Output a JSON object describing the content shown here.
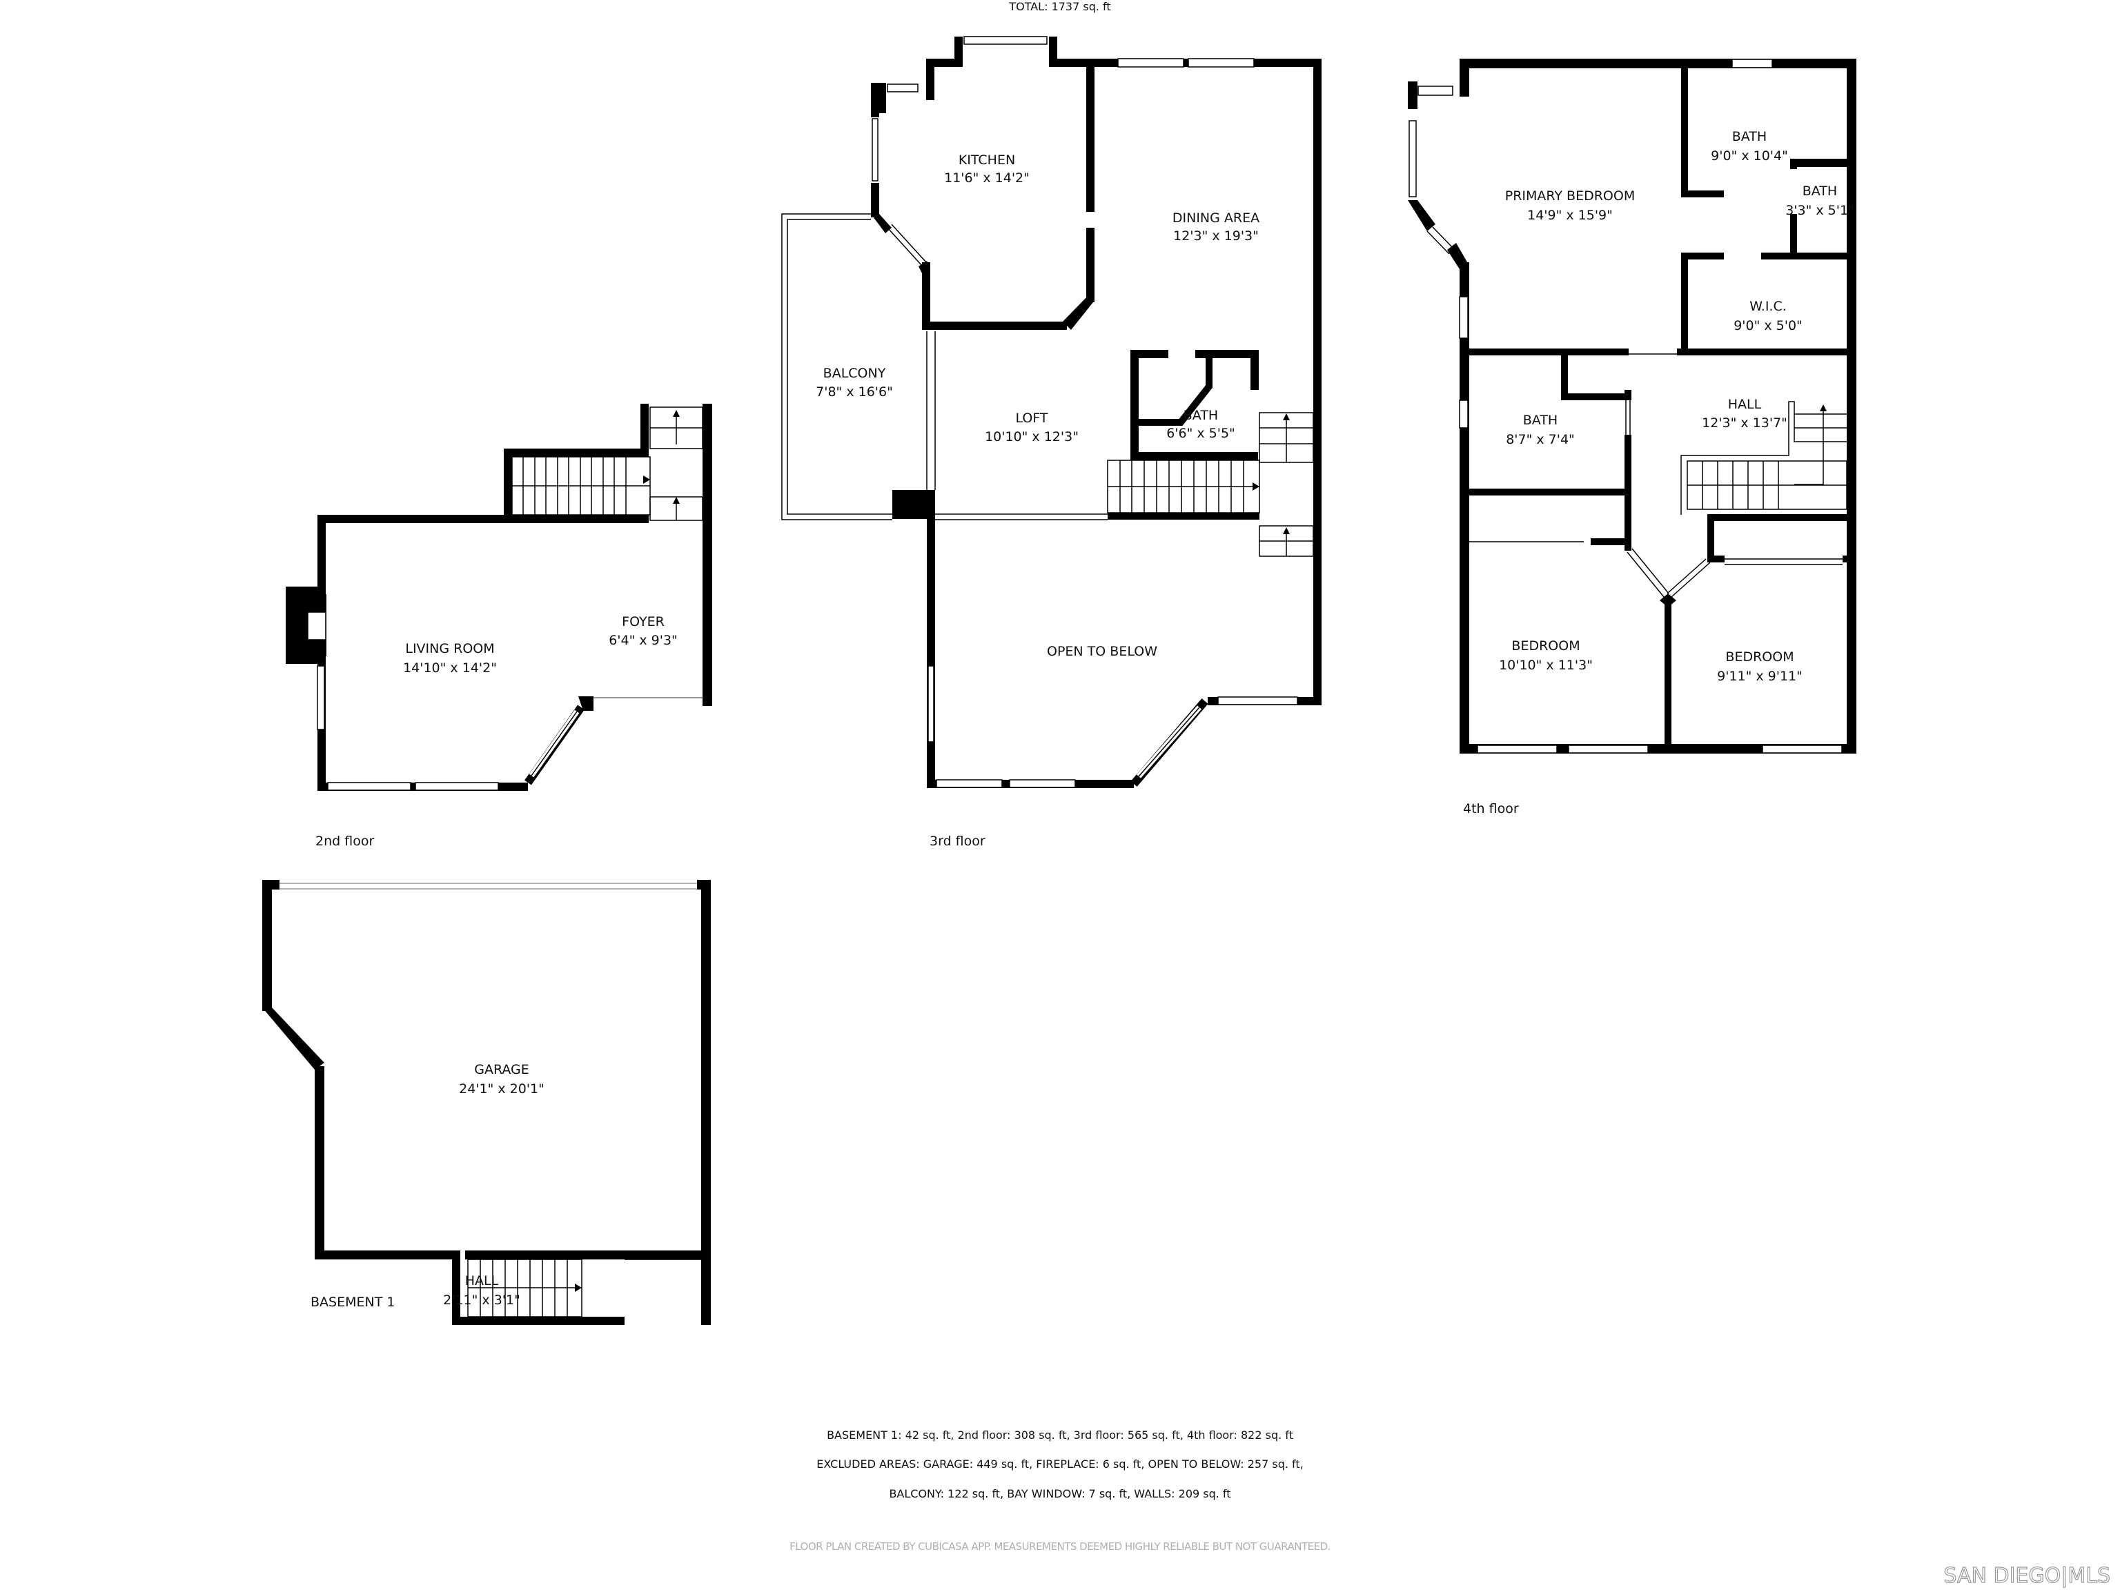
{
  "floors": {
    "second": {
      "label": "2nd floor",
      "rooms": [
        {
          "name": "LIVING ROOM",
          "size": "14'10\" x 14'2\""
        },
        {
          "name": "FOYER",
          "size": "6'4\" x 9'3\""
        }
      ]
    },
    "third": {
      "label": "3rd floor",
      "rooms": [
        {
          "name": "KITCHEN",
          "size": "11'6\" x 14'2\""
        },
        {
          "name": "DINING AREA",
          "size": "12'3\" x 19'3\""
        },
        {
          "name": "BALCONY",
          "size": "7'8\" x 16'6\""
        },
        {
          "name": "LOFT",
          "size": "10'10\" x 12'3\""
        },
        {
          "name": "BATH",
          "size": "6'6\" x 5'5\""
        },
        {
          "name": "OPEN TO BELOW",
          "size": ""
        }
      ]
    },
    "fourth": {
      "label": "4th floor",
      "rooms": [
        {
          "name": "PRIMARY BEDROOM",
          "size": "14'9\" x 15'9\""
        },
        {
          "name": "BATH",
          "size": "9'0\" x 10'4\""
        },
        {
          "name": "BATH",
          "size": "3'3\" x 5'1\""
        },
        {
          "name": "W.I.C.",
          "size": "9'0\" x 5'0\""
        },
        {
          "name": "BATH",
          "size": "8'7\" x 7'4\""
        },
        {
          "name": "HALL",
          "size": "12'3\" x 13'7\""
        },
        {
          "name": "BEDROOM",
          "size": "10'10\" x 11'3\""
        },
        {
          "name": "BEDROOM",
          "size": "9'11\" x 9'11\""
        }
      ]
    },
    "basement": {
      "label": "BASEMENT 1",
      "rooms": [
        {
          "name": "GARAGE",
          "size": "24'1\" x 20'1\""
        },
        {
          "name": "HALL",
          "size": "2'11\" x 3'1\""
        }
      ]
    }
  },
  "summary": {
    "total": "TOTAL: 1737 sq. ft",
    "line1": "BASEMENT 1: 42 sq. ft, 2nd floor: 308 sq. ft, 3rd floor: 565 sq. ft, 4th floor: 822 sq. ft",
    "line2": "EXCLUDED AREAS: GARAGE: 449 sq. ft, FIREPLACE: 6 sq. ft, OPEN TO BELOW: 257 sq. ft,",
    "line3": "BALCONY: 122 sq. ft, BAY WINDOW: 7 sq. ft, WALLS: 209 sq. ft"
  },
  "disclaimer": "FLOOR PLAN CREATED BY CUBICASA APP. MEASUREMENTS DEEMED HIGHLY RELIABLE BUT NOT GUARANTEED.",
  "brand": "SAN DIEGO|MLS",
  "colors": {
    "wall": "#000000",
    "background": "#ffffff",
    "muted": "#b0b0b0"
  }
}
